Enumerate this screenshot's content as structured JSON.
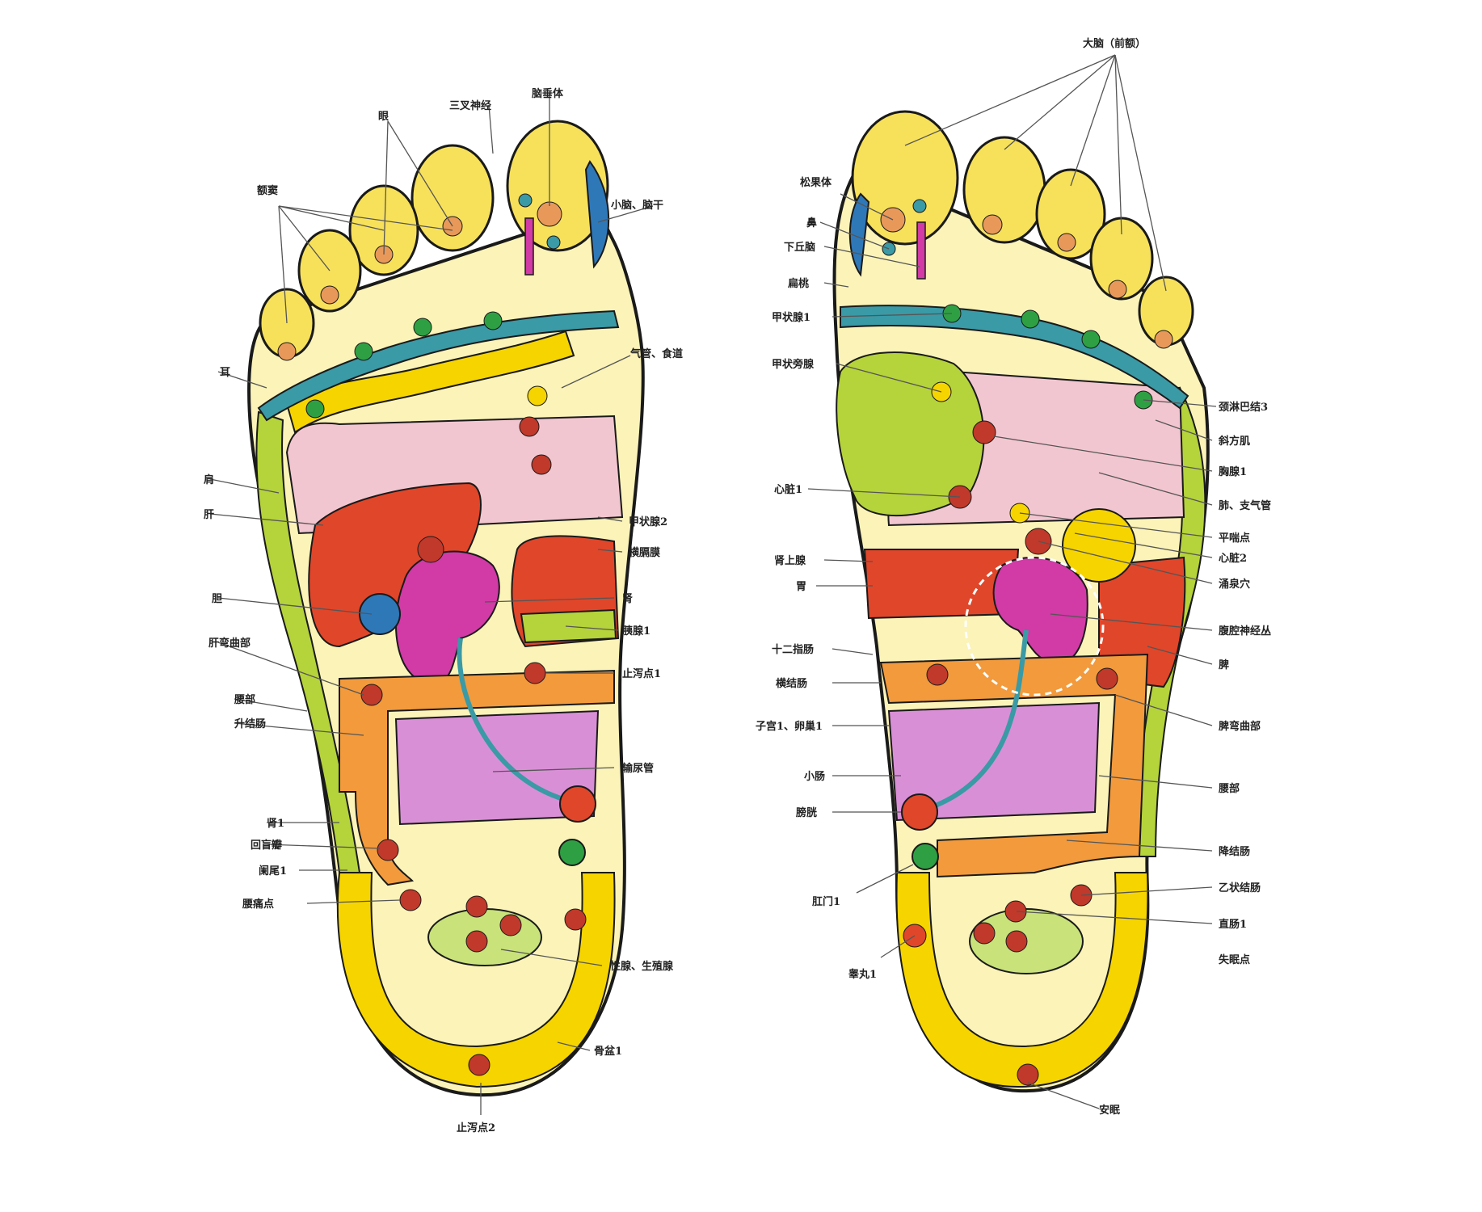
{
  "colors": {
    "outline": "#1a1a1a",
    "skin_light": "#fbf3b8",
    "rim_yellow": "#f5d400",
    "toe_yellow": "#f7e15a",
    "lime": "#b5d33b",
    "lime_light": "#c9e27a",
    "blue": "#2f78b8",
    "teal": "#3a9aa6",
    "red_orange": "#e0462a",
    "orange": "#f29a3c",
    "pink": "#f2c6d0",
    "magenta": "#d23aa6",
    "lavender": "#d98fd6",
    "navy": "#1b2a7a",
    "green_node": "#2ea043",
    "red_dot": "#c0392b",
    "tan_dot": "#e8995a"
  },
  "left_foot": {
    "labels": [
      {
        "id": "l-sinus",
        "text": "额窦"
      },
      {
        "id": "l-eye",
        "text": "眼"
      },
      {
        "id": "l-trigeminal",
        "text": "三叉神经"
      },
      {
        "id": "l-pituitary",
        "text": "脑垂体"
      },
      {
        "id": "l-cerebellum",
        "text": "小脑、脑干"
      },
      {
        "id": "l-ear",
        "text": "耳"
      },
      {
        "id": "l-trachea",
        "text": "气管、食道"
      },
      {
        "id": "l-shoulder",
        "text": "肩"
      },
      {
        "id": "l-liver",
        "text": "肝"
      },
      {
        "id": "l-thyroid2",
        "text": "甲状腺2"
      },
      {
        "id": "l-diaphragm",
        "text": "横膈膜"
      },
      {
        "id": "l-gallbladder",
        "text": "胆"
      },
      {
        "id": "l-kidney",
        "text": "肾"
      },
      {
        "id": "l-pancreas",
        "text": "胰腺1"
      },
      {
        "id": "l-hepatic-flexure",
        "text": "肝弯曲部"
      },
      {
        "id": "l-stop-diarrhea1",
        "text": "止泻点1"
      },
      {
        "id": "l-lumbar",
        "text": "腰部"
      },
      {
        "id": "l-ascending-colon",
        "text": "升结肠"
      },
      {
        "id": "l-ureter",
        "text": "输尿管"
      },
      {
        "id": "l-kidney1",
        "text": "肾1"
      },
      {
        "id": "l-ileocecal",
        "text": "回盲瓣"
      },
      {
        "id": "l-appendix",
        "text": "阑尾1"
      },
      {
        "id": "l-lumbago",
        "text": "腰痛点"
      },
      {
        "id": "l-gonad",
        "text": "性腺、生殖腺"
      },
      {
        "id": "l-sciatic",
        "text": "骨盆1"
      },
      {
        "id": "l-stop-diarrhea2",
        "text": "止泻点2"
      }
    ]
  },
  "right_foot": {
    "labels": [
      {
        "id": "r-cerebrum",
        "text": "大脑（前额）"
      },
      {
        "id": "r-pineal",
        "text": "松果体"
      },
      {
        "id": "r-nose",
        "text": "鼻"
      },
      {
        "id": "r-hypothalamus",
        "text": "下丘脑"
      },
      {
        "id": "r-tonsil",
        "text": "扁桃"
      },
      {
        "id": "r-thyroid1",
        "text": "甲状腺1"
      },
      {
        "id": "r-parathyroid",
        "text": "甲状旁腺"
      },
      {
        "id": "r-lymph",
        "text": "颈淋巴结3"
      },
      {
        "id": "r-trapezius",
        "text": "斜方肌"
      },
      {
        "id": "r-thymus",
        "text": "胸腺1"
      },
      {
        "id": "r-lung",
        "text": "肺、支气管"
      },
      {
        "id": "r-heart1",
        "text": "心脏1"
      },
      {
        "id": "r-asthma",
        "text": "平喘点"
      },
      {
        "id": "r-heart2",
        "text": "心脏2"
      },
      {
        "id": "r-adrenal",
        "text": "肾上腺"
      },
      {
        "id": "r-yongquan",
        "text": "涌泉穴"
      },
      {
        "id": "r-stomach",
        "text": "胃"
      },
      {
        "id": "r-celiac",
        "text": "腹腔神经丛"
      },
      {
        "id": "r-spleen",
        "text": "脾"
      },
      {
        "id": "r-duodenum",
        "text": "十二指肠"
      },
      {
        "id": "r-transverse",
        "text": "横结肠"
      },
      {
        "id": "r-splenic-flexure",
        "text": "脾弯曲部"
      },
      {
        "id": "r-uterus",
        "text": "子宫1、卵巢1"
      },
      {
        "id": "r-waist",
        "text": "腰部"
      },
      {
        "id": "r-small-intestine",
        "text": "小肠"
      },
      {
        "id": "r-descending",
        "text": "降结肠"
      },
      {
        "id": "r-bladder",
        "text": "膀胱"
      },
      {
        "id": "r-sigmoid",
        "text": "乙状结肠"
      },
      {
        "id": "r-anus",
        "text": "肛门1"
      },
      {
        "id": "r-rectum",
        "text": "直肠1"
      },
      {
        "id": "r-insomnia",
        "text": "失眠点"
      },
      {
        "id": "r-testicle",
        "text": "睾丸1"
      },
      {
        "id": "r-sleep",
        "text": "安眠"
      }
    ]
  }
}
